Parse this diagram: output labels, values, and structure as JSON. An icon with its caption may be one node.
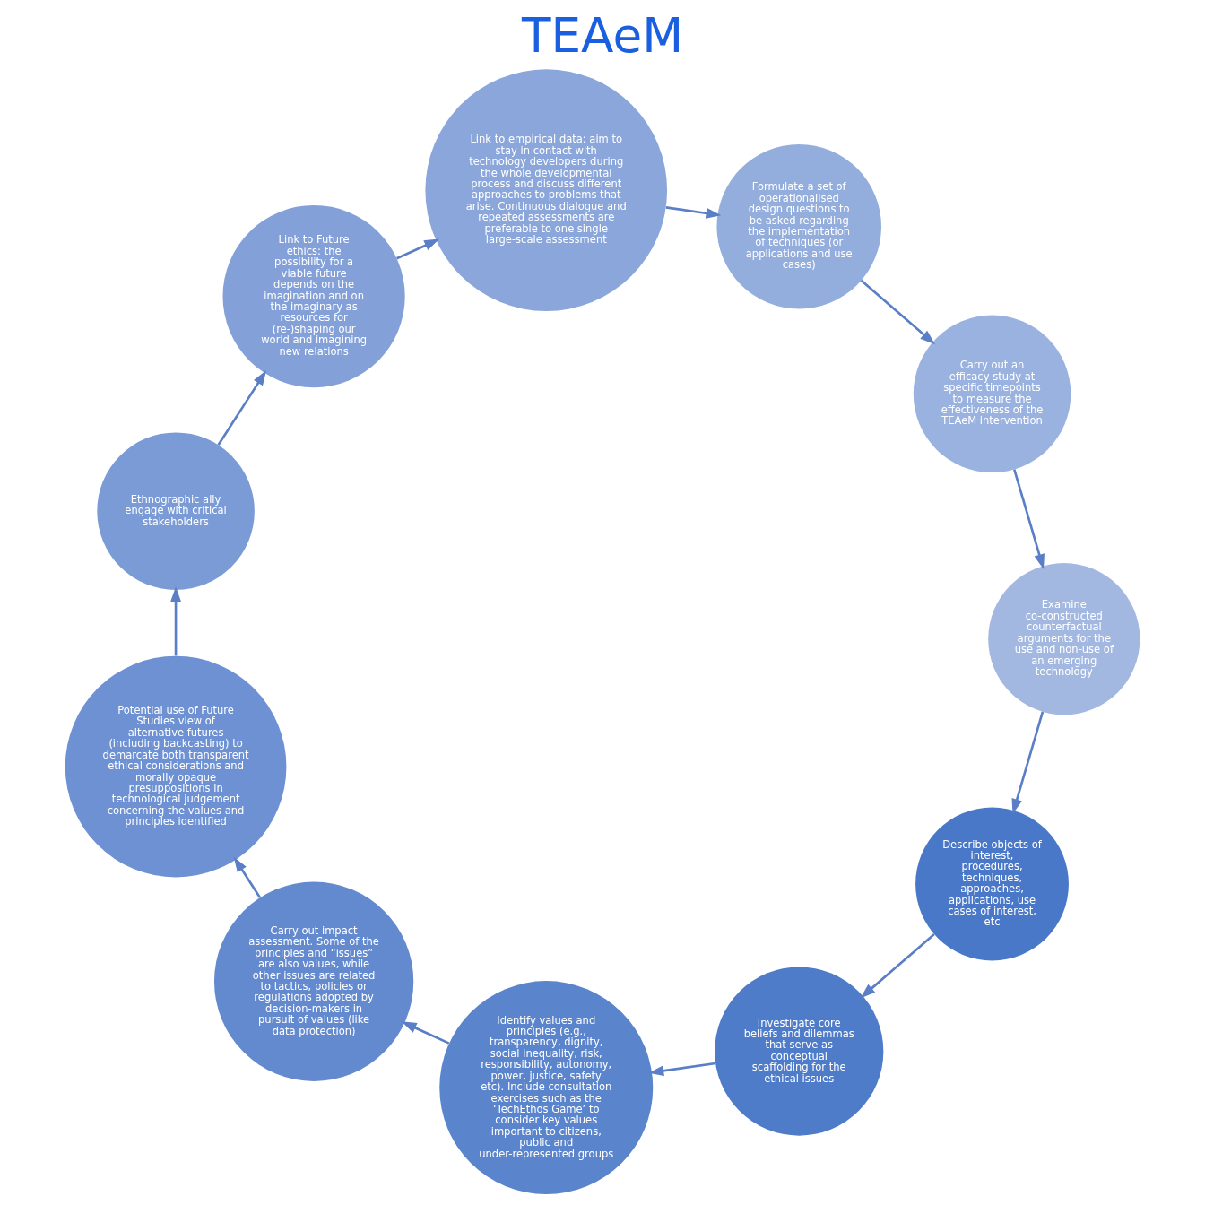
{
  "diagram": {
    "title": "TEAeM",
    "nodes": [
      {
        "text": [
          "Describe objects of interest, procedures, techniques, approaches, applications, use cases of interest, etc"
        ]
      },
      {
        "text": [
          "Investigate core beliefs and dilemmas that serve as conceptual scaffolding for the ethical issues"
        ]
      },
      {
        "text": [
          "Identify values and principles (e.g., transparency, dignity, social inequality, risk, responsibility, autonomy, power, justice, safety etc). Include consultation exercises such as the ‘TechEthos Game’ to consider key values important to citizens, public and under-represented groups"
        ]
      },
      {
        "text": [
          "Carry out impact assessment. Some of the principles and “issues” are also values, while other issues are related to tactics, policies or regulations adopted by decision-makers in pursuit of values (like data protection)"
        ]
      },
      {
        "text": [
          "Potential use of Future Studies view of alternative futures (including backcasting) to demarcate both transparent ethical considerations and morally opaque presuppositions in technological judgement concerning the values and principles identified"
        ]
      },
      {
        "text": [
          "Ethnographic ally engage with critical stakeholders"
        ]
      },
      {
        "text": [
          "Link to Future ethics: the possibility for a viable future depends on the imagination and on the imaginary as resources for (re-)shaping our world and imagining new relations"
        ]
      },
      {
        "text": [
          "Link to empirical data: aim to stay in contact with technology developers during the whole developmental process and discuss different approaches to problems that arise. Continuous dialogue and repeated assessments are preferable to one single large-scale assessment"
        ]
      },
      {
        "text": [
          "Formulate a set of operationalised design questions to be asked regarding the implementation of techniques (or applications and use cases)"
        ]
      },
      {
        "text": [
          "Carry out an efficacy study at specific timepoints to measure the effectiveness of the TEAeM intervention"
        ]
      },
      {
        "text": [
          "Examine co-constructed counterfactual arguments for the use and non-use of an emerging technology"
        ]
      }
    ],
    "edges": [
      {
        "from": 0,
        "to": 1,
        "arrow": "to"
      },
      {
        "from": 1,
        "to": 2,
        "arrow": "to"
      },
      {
        "from": 2,
        "to": 3,
        "arrow": "to"
      },
      {
        "from": 3,
        "to": 4,
        "arrow": "to"
      },
      {
        "from": 4,
        "to": 5,
        "arrow": "to"
      },
      {
        "from": 5,
        "to": 6,
        "arrow": "to"
      },
      {
        "from": 6,
        "to": 7,
        "arrow": "to"
      },
      {
        "from": 7,
        "to": 8,
        "arrow": "to"
      },
      {
        "from": 8,
        "to": 9,
        "arrow": "to"
      },
      {
        "from": 9,
        "to": 10,
        "arrow": "to"
      },
      {
        "from": 10,
        "to": 0,
        "arrow": "to"
      }
    ]
  }
}
